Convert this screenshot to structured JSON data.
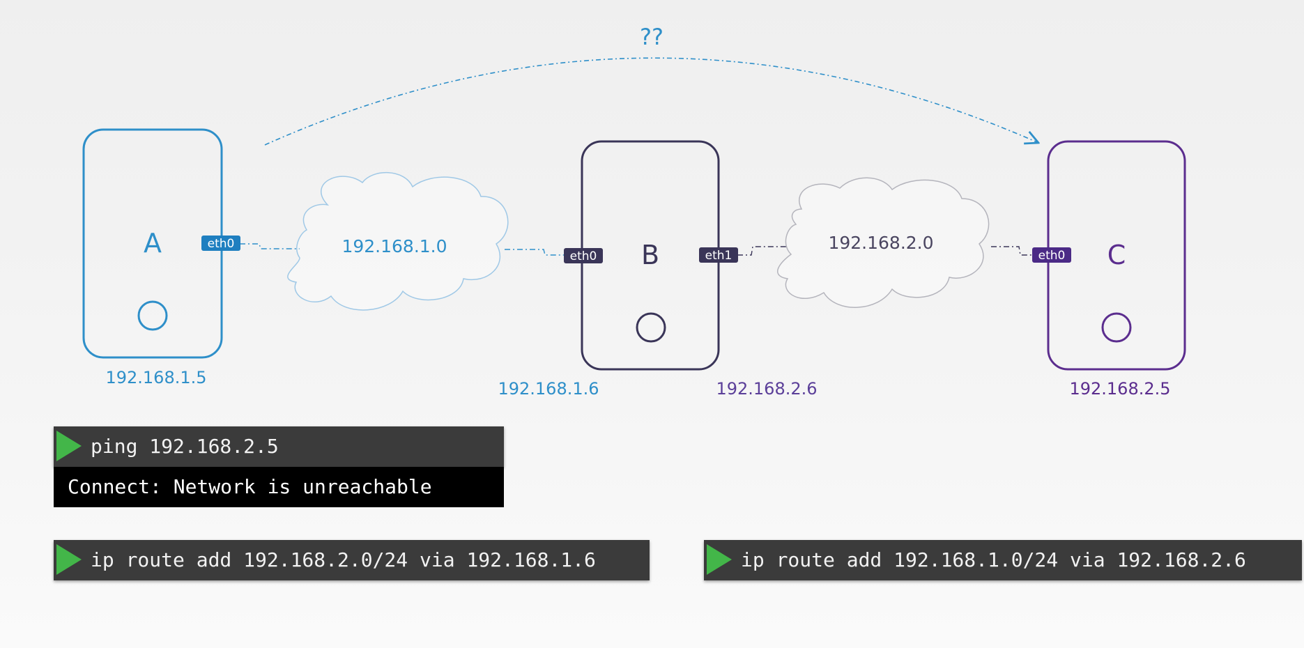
{
  "diagram": {
    "question_label": "??",
    "nodes": [
      {
        "id": "A",
        "label": "A",
        "ip": "192.168.1.5",
        "color": "#2e8fc9"
      },
      {
        "id": "B",
        "label": "B",
        "ip_eth0": "192.168.1.6",
        "ip_eth1": "192.168.2.6",
        "color": "#3a3558"
      },
      {
        "id": "C",
        "label": "C",
        "ip": "192.168.2.5",
        "color": "#5b2d8e"
      }
    ],
    "interfaces": {
      "a_eth0": "eth0",
      "b_eth0": "eth0",
      "b_eth1": "eth1",
      "c_eth0": "eth0"
    },
    "networks": [
      {
        "label": "192.168.1.0",
        "color": "#2e8fc9"
      },
      {
        "label": "192.168.2.0",
        "color": "#4a4560"
      }
    ],
    "colors": {
      "node_a": "#2e8fc9",
      "node_b": "#3a3558",
      "node_c": "#5b2d8e",
      "iface_a": "#1f7fc0",
      "iface_b": "#3a3558",
      "iface_c": "#4b2a86",
      "ip_b_eth1": "#5b3f99"
    }
  },
  "terminals": {
    "ping": {
      "command": "ping 192.168.2.5",
      "output": "Connect: Network is unreachable"
    },
    "route_a": {
      "command": "ip route add 192.168.2.0/24 via 192.168.1.6"
    },
    "route_c": {
      "command": "ip route add 192.168.1.0/24 via 192.168.2.6"
    },
    "play_color": "#43b649"
  }
}
